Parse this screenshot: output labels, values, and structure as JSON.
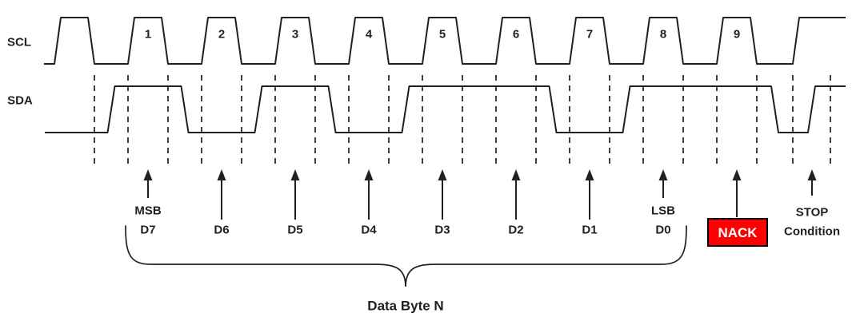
{
  "diagram_type": "i2c-data-byte-timing",
  "signals": {
    "clock": "SCL",
    "data": "SDA"
  },
  "clock_pulses": [
    "1",
    "2",
    "3",
    "4",
    "5",
    "6",
    "7",
    "8",
    "9"
  ],
  "sda_bits_per_clock": [
    1,
    0,
    1,
    0,
    1,
    1,
    0,
    1,
    1
  ],
  "bit_annotations": [
    {
      "clock": 1,
      "lines": [
        "MSB",
        "D7"
      ]
    },
    {
      "clock": 2,
      "lines": [
        "D6"
      ]
    },
    {
      "clock": 3,
      "lines": [
        "D5"
      ]
    },
    {
      "clock": 4,
      "lines": [
        "D4"
      ]
    },
    {
      "clock": 5,
      "lines": [
        "D3"
      ]
    },
    {
      "clock": 6,
      "lines": [
        "D2"
      ]
    },
    {
      "clock": 7,
      "lines": [
        "D1"
      ]
    },
    {
      "clock": 8,
      "lines": [
        "LSB",
        "D0"
      ]
    }
  ],
  "nack": {
    "clock": 9,
    "label": "NACK"
  },
  "stop": {
    "lines": [
      "STOP",
      "Condition"
    ]
  },
  "brace_label": "Data Byte N",
  "colors": {
    "line": "#231f20",
    "background": "#ffffff",
    "nack_fill": "#ff0000",
    "nack_border": "#000000",
    "nack_text": "#ffffff"
  }
}
